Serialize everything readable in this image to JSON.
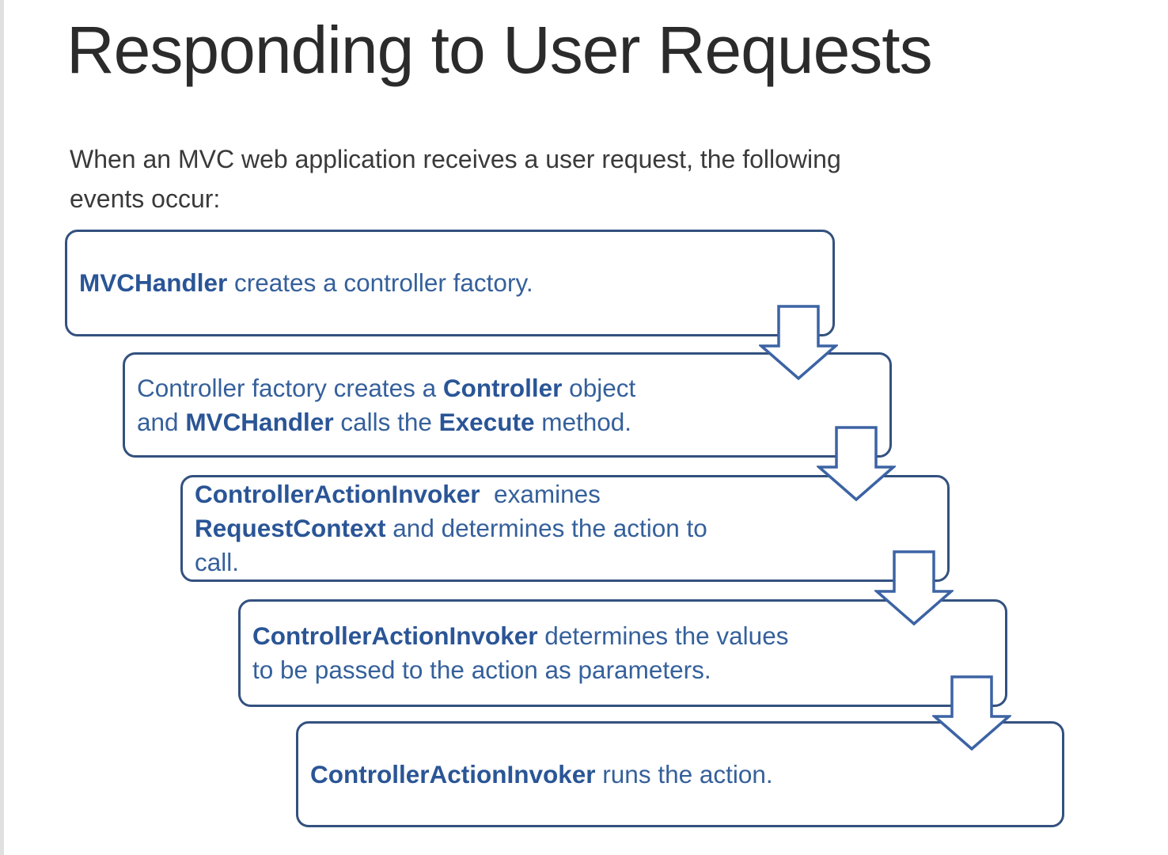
{
  "title": "Responding to User Requests",
  "intro": "When an MVC web application receives a user request, the following\nevents occur:",
  "colors": {
    "slide_bg": "#ffffff",
    "edge_strip": "#e0e0e0",
    "title_color": "#2b2b2b",
    "intro_color": "#3a3a3a",
    "box_border": "#33517f",
    "box_text": "#35609b",
    "box_text_bold": "#2a5596",
    "arrow_stroke": "#3c63a4",
    "arrow_fill": "#ffffff"
  },
  "flow": {
    "boxes": [
      {
        "segments": [
          {
            "t": "MVCHandler",
            "b": true
          },
          {
            "t": " creates a controller factory.",
            "b": false
          }
        ]
      },
      {
        "segments": [
          {
            "t": "Controller factory creates a ",
            "b": false
          },
          {
            "t": "Controller",
            "b": true
          },
          {
            "t": " object\nand ",
            "b": false
          },
          {
            "t": "MVCHandler",
            "b": true
          },
          {
            "t": " calls the ",
            "b": false
          },
          {
            "t": "Execute",
            "b": true
          },
          {
            "t": " method.",
            "b": false
          }
        ]
      },
      {
        "segments": [
          {
            "t": "ControllerActionInvoker",
            "b": true
          },
          {
            "t": "  examines\n",
            "b": false
          },
          {
            "t": "RequestContext",
            "b": true
          },
          {
            "t": " and determines the action to\ncall.",
            "b": false
          }
        ]
      },
      {
        "segments": [
          {
            "t": "ControllerActionInvoker",
            "b": true
          },
          {
            "t": " determines the values\nto be passed to the action as parameters.",
            "b": false
          }
        ]
      },
      {
        "segments": [
          {
            "t": "ControllerActionInvoker",
            "b": true
          },
          {
            "t": " runs the action.",
            "b": false
          }
        ]
      }
    ],
    "arrow_icon": "down-block-arrow"
  }
}
